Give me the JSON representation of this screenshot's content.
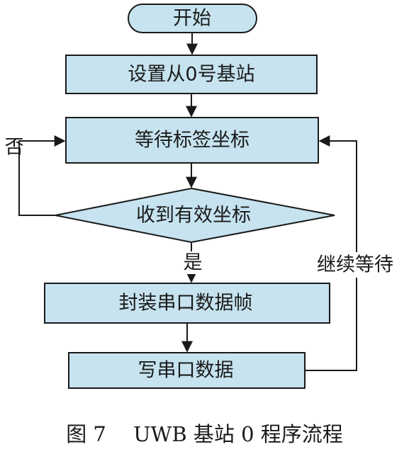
{
  "flowchart": {
    "nodes": {
      "start": "开始",
      "set_station": "设置从0号基站",
      "wait_tag": "等待标签坐标",
      "decision": "收到有效坐标",
      "pack_frame": "封装串口数据帧",
      "write_serial": "写串口数据"
    },
    "edges": {
      "no": "否",
      "yes": "是",
      "continue_wait": "继续等待"
    }
  },
  "caption": "图 7　 UWB 基站 0 程序流程",
  "colors": {
    "box_fill": "#c6e3ef",
    "stroke": "#1a1a1a"
  }
}
